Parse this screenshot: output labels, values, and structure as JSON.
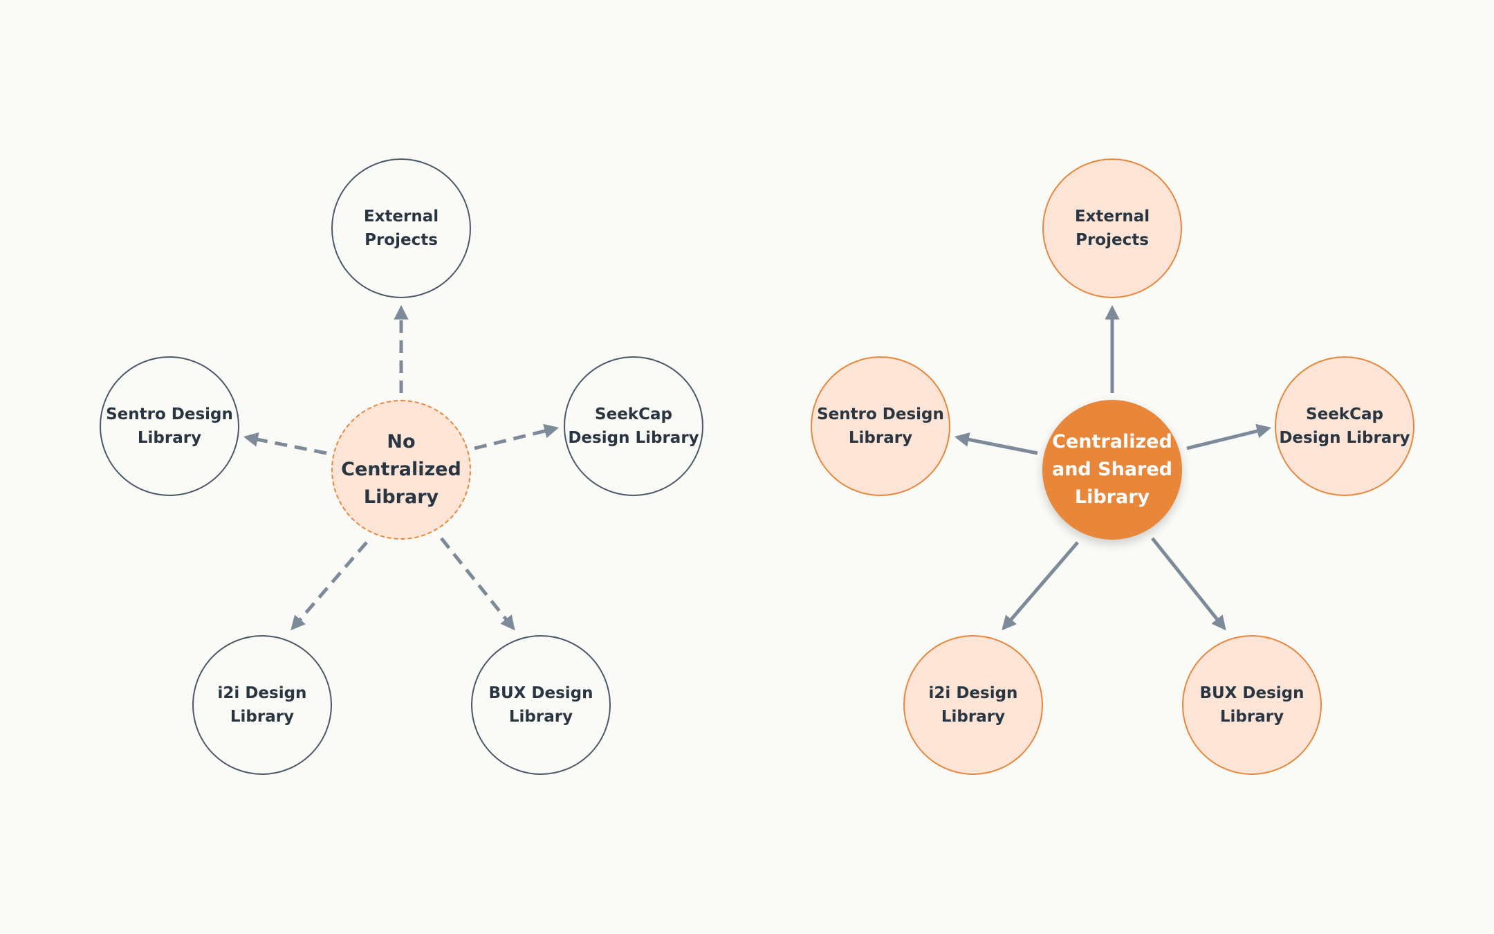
{
  "colors": {
    "background": "#fafaf6",
    "outline": "#4a5766",
    "text": "#2a3542",
    "accent": "#e8863a",
    "fill_light": "#fce5d7",
    "arrow": "#7c8a99"
  },
  "left_diagram": {
    "hub": {
      "lines": [
        "No",
        "Centralized",
        "Library"
      ]
    },
    "nodes": [
      {
        "id": "external",
        "lines": [
          "External",
          "Projects"
        ]
      },
      {
        "id": "sentro",
        "lines": [
          "Sentro Design",
          "Library"
        ]
      },
      {
        "id": "seekcap",
        "lines": [
          "SeekCap",
          "Design Library"
        ]
      },
      {
        "id": "i2i",
        "lines": [
          "i2i Design",
          "Library"
        ]
      },
      {
        "id": "bux",
        "lines": [
          "BUX Design",
          "Library"
        ]
      }
    ]
  },
  "right_diagram": {
    "hub": {
      "lines": [
        "Centralized",
        "and Shared",
        "Library"
      ]
    },
    "nodes": [
      {
        "id": "external",
        "lines": [
          "External",
          "Projects"
        ]
      },
      {
        "id": "sentro",
        "lines": [
          "Sentro Design",
          "Library"
        ]
      },
      {
        "id": "seekcap",
        "lines": [
          "SeekCap",
          "Design Library"
        ]
      },
      {
        "id": "i2i",
        "lines": [
          "i2i Design",
          "Library"
        ]
      },
      {
        "id": "bux",
        "lines": [
          "BUX Design",
          "Library"
        ]
      }
    ]
  }
}
